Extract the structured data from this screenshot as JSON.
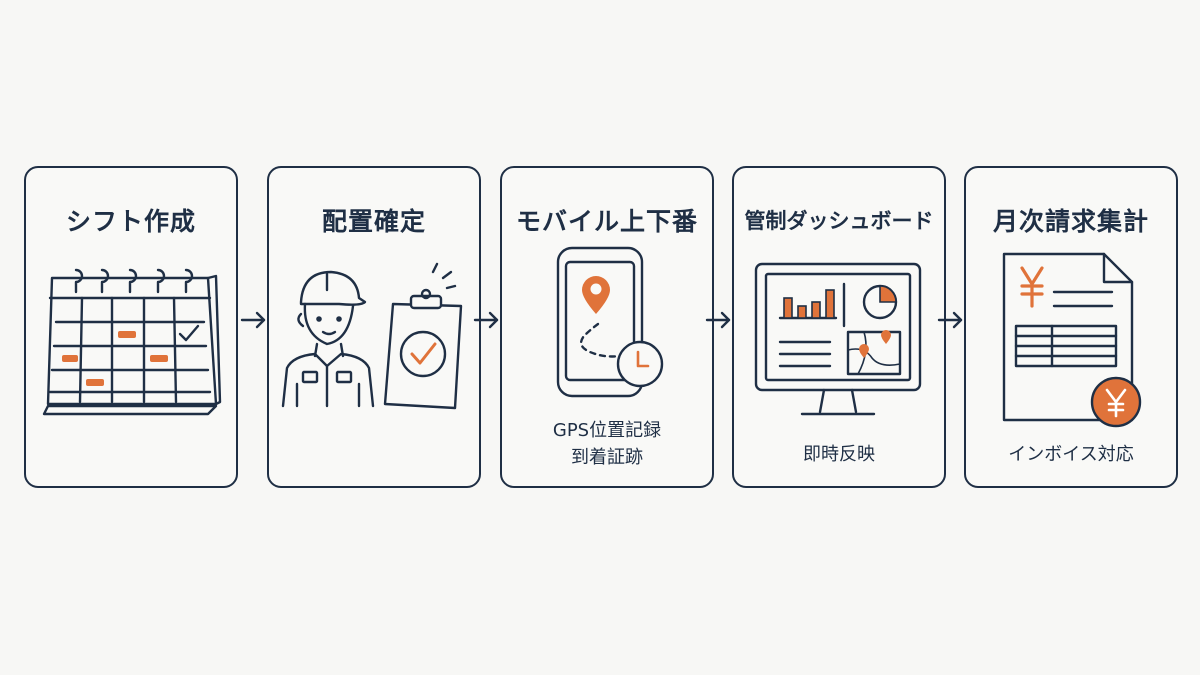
{
  "steps": [
    {
      "title": "シフト作成",
      "caption_lines": []
    },
    {
      "title": "配置確定",
      "caption_lines": []
    },
    {
      "title": "モバイル上下番",
      "caption_lines": [
        "GPS位置記録",
        "到着証跡"
      ]
    },
    {
      "title": "管制ダッシュボード",
      "caption_lines": [
        "即時反映"
      ]
    },
    {
      "title": "月次請求集計",
      "caption_lines": [
        "インボイス対応"
      ]
    }
  ],
  "icons": {
    "step1": "calendar-icon",
    "step2": [
      "security-guard-icon",
      "clipboard-check-icon"
    ],
    "step3": [
      "smartphone-icon",
      "map-pin-icon",
      "clock-icon"
    ],
    "step4": [
      "monitor-dashboard-icon",
      "bar-chart-icon",
      "pie-chart-icon",
      "map-icon"
    ],
    "step5": [
      "invoice-document-icon",
      "yen-coin-icon"
    ],
    "connector": "arrow-right-icon"
  },
  "colors": {
    "ink": "#1f2f45",
    "accent": "#e0733a",
    "background": "#f7f7f5"
  }
}
